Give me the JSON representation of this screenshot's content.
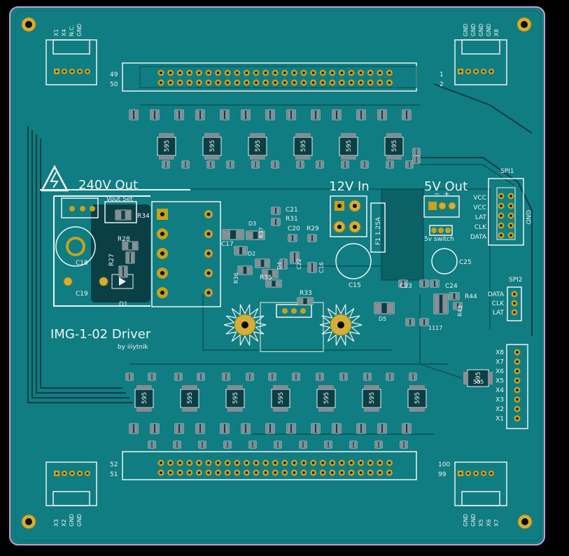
{
  "colors": {
    "board": "#0f7d82",
    "copper_dark": "#0a5257",
    "pad_gold": "#c8a21a",
    "silkscreen": "#f2f2f2",
    "board_edge": "#c89bd0",
    "background": "#000000"
  },
  "board": {
    "title": "IMG-1-02 Driver",
    "author": "by iiiytnik"
  },
  "labels": {
    "hv_out": "240V Out",
    "in_12v": "12V In",
    "out_5v": "5V Out",
    "vout_set": "Vout Set",
    "fuse": "F1 1.25A",
    "sw_5v": "5v switch",
    "pin49": "49",
    "pin50": "50",
    "pin1": "1",
    "pin2": "2",
    "pin52": "52",
    "pin51": "51",
    "pin100": "100",
    "pin99": "99",
    "minus": "−",
    "plus": "+"
  },
  "connectors": {
    "top_left": [
      "X1",
      "X4",
      "N.C.",
      "GND"
    ],
    "top_right": [
      "GND",
      "GND",
      "GND",
      "GND",
      "X8"
    ],
    "bottom_left": [
      "X3",
      "X2",
      "GND",
      "GND"
    ],
    "bottom_right": [
      "GND",
      "GND",
      "X5",
      "X6",
      "X7"
    ],
    "spi1_name": "SPI1",
    "spi1_pins": [
      "VCC",
      "VCC",
      "LAT",
      "CLK",
      "DATA"
    ],
    "spi1_gnd": "GND",
    "spi2_name": "SPI2",
    "spi2_pins": [
      "DATA",
      "CLK",
      "LAT"
    ],
    "x_grid": [
      "X8",
      "X7",
      "X6",
      "X5",
      "X4",
      "X3",
      "X2",
      "X1"
    ]
  },
  "refs": {
    "r34": "R34",
    "r28": "R28",
    "r27": "R27",
    "c18": "C18",
    "c19": "C19",
    "d1": "D1",
    "c21": "C21",
    "r31": "R31",
    "c20": "C20",
    "r29": "R29",
    "c17": "C17",
    "d3": "D3",
    "r37": "R37",
    "d2": "D2",
    "d4": "D4",
    "c22": "C22",
    "r35": "R35",
    "r36": "R36",
    "c16": "C16",
    "c15": "C15",
    "r33": "R33",
    "c23": "C23",
    "c24": "C24",
    "r44": "R44",
    "r43": "R43",
    "c25": "C25",
    "d5": "D5",
    "u1117": "1117",
    "ic595": "595"
  }
}
